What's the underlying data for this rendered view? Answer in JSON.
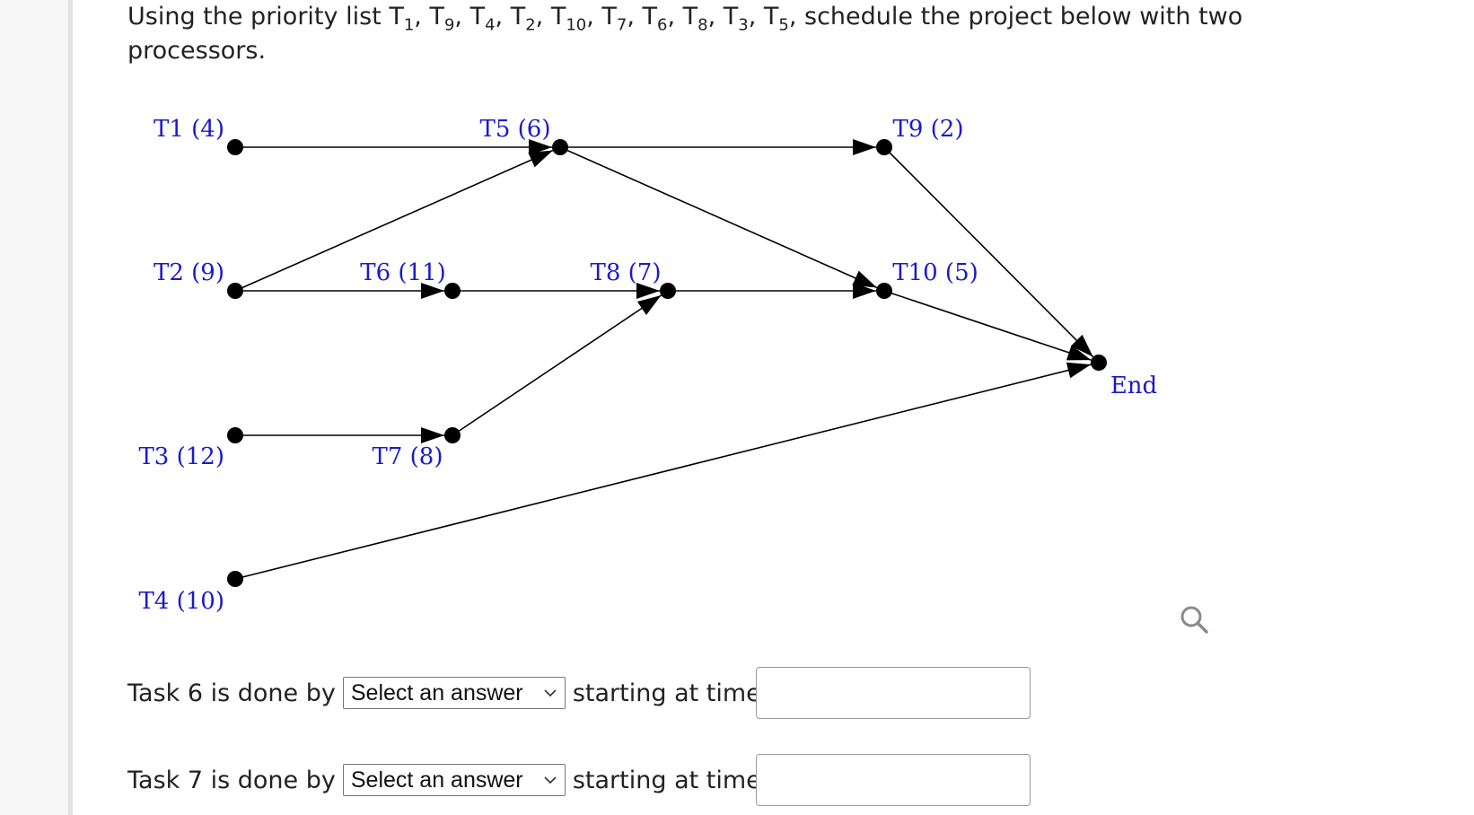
{
  "question": {
    "prefix": "Using the priority list ",
    "priority_list": [
      "1",
      "9",
      "4",
      "2",
      "10",
      "7",
      "6",
      "8",
      "3",
      "5"
    ],
    "suffix": ", schedule the project below with two processors."
  },
  "graph": {
    "nodes": [
      {
        "id": "T1",
        "label": "T1 (4)"
      },
      {
        "id": "T2",
        "label": "T2 (9)"
      },
      {
        "id": "T3",
        "label": "T3 (12)"
      },
      {
        "id": "T4",
        "label": "T4 (10)"
      },
      {
        "id": "T5",
        "label": "T5 (6)"
      },
      {
        "id": "T6",
        "label": "T6 (11)"
      },
      {
        "id": "T7",
        "label": "T7 (8)"
      },
      {
        "id": "T8",
        "label": "T8 (7)"
      },
      {
        "id": "T9",
        "label": "T9 (2)"
      },
      {
        "id": "T10",
        "label": "T10 (5)"
      },
      {
        "id": "End",
        "label": "End"
      }
    ],
    "edges": [
      [
        "T1",
        "T5"
      ],
      [
        "T2",
        "T5"
      ],
      [
        "T2",
        "T6"
      ],
      [
        "T3",
        "T7"
      ],
      [
        "T5",
        "T9"
      ],
      [
        "T5",
        "T10"
      ],
      [
        "T6",
        "T8"
      ],
      [
        "T7",
        "T8"
      ],
      [
        "T8",
        "T10"
      ],
      [
        "T9",
        "End"
      ],
      [
        "T10",
        "End"
      ],
      [
        "T4",
        "End"
      ]
    ]
  },
  "rows": [
    {
      "prefix": "Task 6 is done by",
      "select": "Select an answer",
      "suffix": "starting at time",
      "answer": ""
    },
    {
      "prefix": "Task 7 is done by",
      "select": "Select an answer",
      "suffix": "starting at time",
      "answer": ""
    }
  ],
  "icons": {
    "chevron": "chevron-down-icon",
    "search": "magnifier-icon"
  }
}
